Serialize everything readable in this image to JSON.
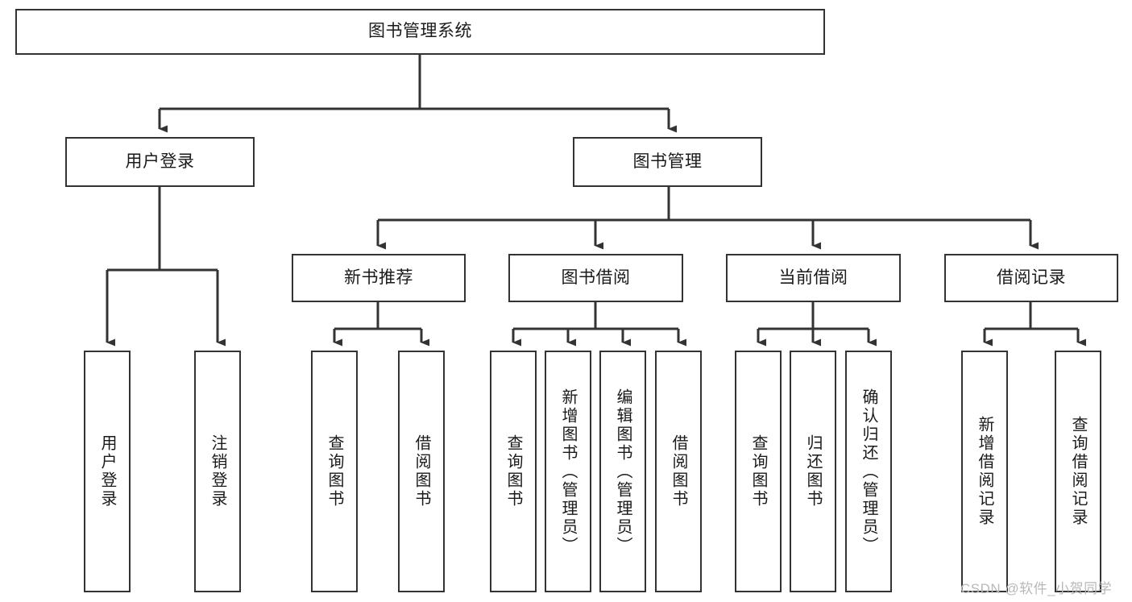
{
  "diagram": {
    "type": "tree-hierarchy-chart",
    "title": "图书管理系统",
    "watermark": "CSDN @软件_小贺同学",
    "colors": {
      "box_border": "#333333",
      "box_fill": "#ffffff",
      "connector": "#333333",
      "text": "#1a1a1a",
      "watermark": "#b8b8b8",
      "background": "#ffffff"
    },
    "levels": {
      "root": {
        "label": "图书管理系统"
      },
      "level1": [
        {
          "label": "用户登录"
        },
        {
          "label": "图书管理"
        }
      ],
      "level2": [
        {
          "label": "新书推荐"
        },
        {
          "label": "图书借阅"
        },
        {
          "label": "当前借阅"
        },
        {
          "label": "借阅记录"
        }
      ],
      "leaves": {
        "user_login": [
          {
            "label": "用户登录"
          },
          {
            "label": "注销登录"
          }
        ],
        "new_book_recommend": [
          {
            "label": "查询图书"
          },
          {
            "label": "借阅图书"
          }
        ],
        "book_borrow": [
          {
            "label": "查询图书"
          },
          {
            "label": "新增图书（管理员）"
          },
          {
            "label": "编辑图书（管理员）"
          },
          {
            "label": "借阅图书"
          }
        ],
        "current_borrow": [
          {
            "label": "查询图书"
          },
          {
            "label": "归还图书"
          },
          {
            "label": "确认归还（管理员）"
          }
        ],
        "borrow_record": [
          {
            "label": "新增借阅记录"
          },
          {
            "label": "查询借阅记录"
          }
        ]
      }
    }
  }
}
